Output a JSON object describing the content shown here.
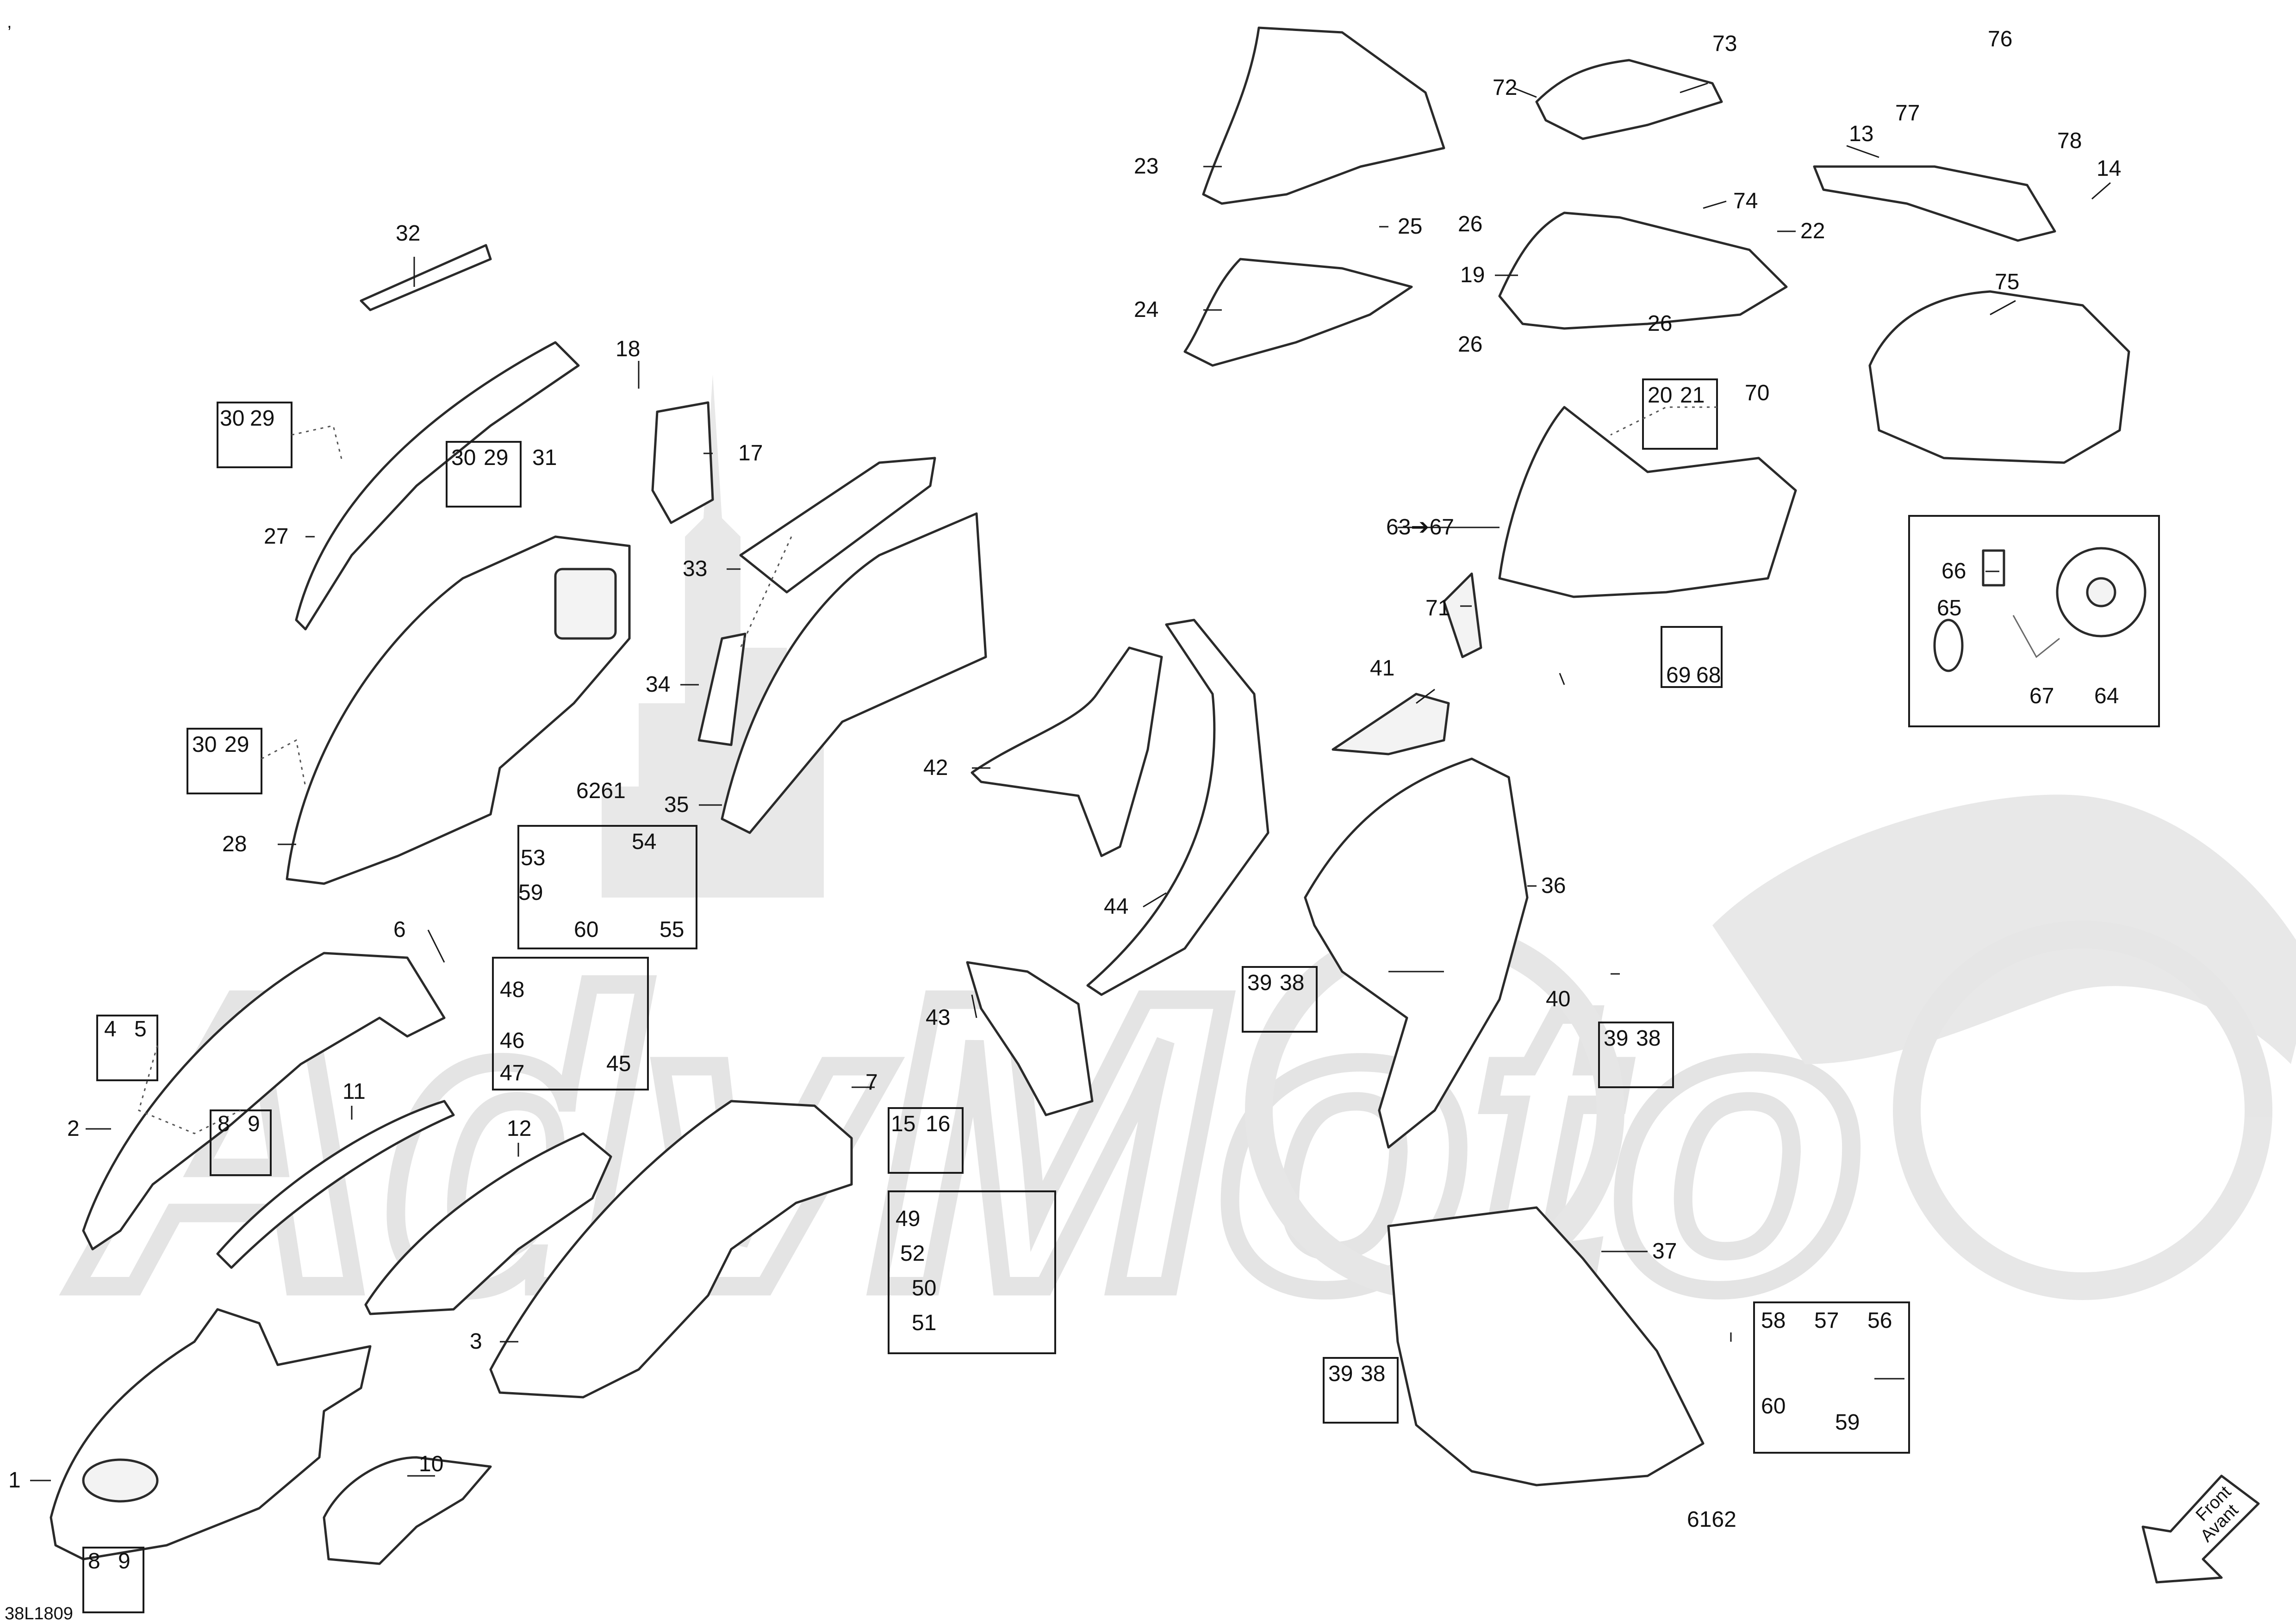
{
  "diagram": {
    "code": "38L1809",
    "corner_mark": ",",
    "watermark_text": "AdvMoto",
    "direction_label": {
      "line1": "Front",
      "line2": "Avant"
    },
    "callouts": {
      "c1": "1",
      "c2": "2",
      "c3": "3",
      "c4": "4",
      "c5": "5",
      "c6": "6",
      "c7": "7",
      "c8a": "8",
      "c9a": "9",
      "c8b": "8",
      "c9b": "9",
      "c10": "10",
      "c11": "11",
      "c12": "12",
      "c13": "13",
      "c14": "14",
      "c15": "15",
      "c16": "16",
      "c17": "17",
      "c18": "18",
      "c19": "19",
      "c20": "20",
      "c21": "21",
      "c22": "22",
      "c23": "23",
      "c24": "24",
      "c25": "25",
      "c26a": "26",
      "c26b": "26",
      "c26c": "26",
      "c27": "27",
      "c28": "28",
      "c29a": "29",
      "c30a": "30",
      "c29b": "29",
      "c30b": "30",
      "c29c": "29",
      "c30c": "30",
      "c31": "31",
      "c32": "32",
      "c33": "33",
      "c34": "34",
      "c35": "35",
      "c36": "36",
      "c37": "37",
      "c38a": "38",
      "c39a": "39",
      "c38b": "38",
      "c39b": "39",
      "c38c": "38",
      "c39c": "39",
      "c40": "40",
      "c41": "41",
      "c42": "42",
      "c43": "43",
      "c44": "44",
      "c45": "45",
      "c46": "46",
      "c47": "47",
      "c48": "48",
      "c49": "49",
      "c50": "50",
      "c51": "51",
      "c52": "52",
      "c53": "53",
      "c54": "54",
      "c55": "55",
      "c56": "56",
      "c57": "57",
      "c58": "58",
      "c59a": "59",
      "c59b": "59",
      "c60a": "60",
      "c60b": "60",
      "c6162": "6162",
      "c6261": "6261",
      "c63to67": "63➔67",
      "c64": "64",
      "c65": "65",
      "c66": "66",
      "c67": "67",
      "c68": "68",
      "c69": "69",
      "c70": "70",
      "c71": "71",
      "c72": "72",
      "c73": "73",
      "c74": "74",
      "c75": "75",
      "c76": "76",
      "c77": "77",
      "c78": "78"
    }
  }
}
